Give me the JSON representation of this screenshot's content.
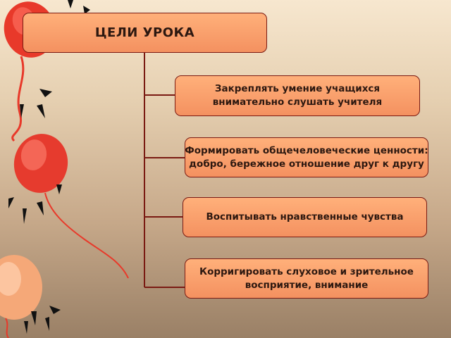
{
  "title": "ЦЕЛИ УРОКА",
  "goals": [
    {
      "line1": "Закреплять умение учащихся",
      "line2": "внимательно слушать учителя"
    },
    {
      "line1": "Формировать общечеловеческие ценности:",
      "line2": "добро, бережное отношение друг к другу"
    },
    {
      "line1": "Воспитывать нравственные чувства",
      "line2": ""
    },
    {
      "line1": "Корригировать слуховое и зрительное",
      "line2": "восприятие, внимание"
    }
  ],
  "colors": {
    "box_fill": "#f49160",
    "box_border": "#7a1a12",
    "connector": "#7a1a12",
    "balloon_red": "#e8392a",
    "balloon_orange": "#f5a878"
  }
}
